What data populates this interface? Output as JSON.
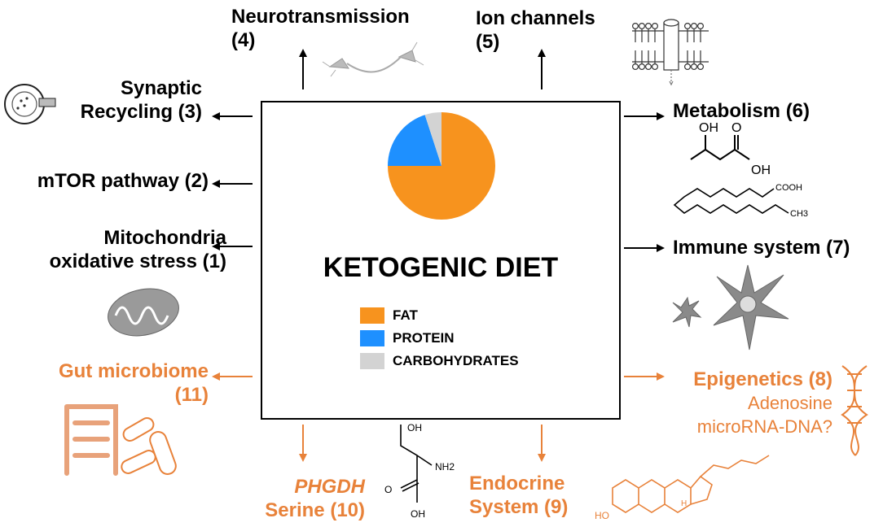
{
  "center": {
    "title": "KETOGENIC DIET",
    "legend": [
      {
        "label": "FAT",
        "color": "#f7931e"
      },
      {
        "label": "PROTEIN",
        "color": "#1e90ff"
      },
      {
        "label": "CARBOHYDRATES",
        "color": "#d3d3d3"
      }
    ]
  },
  "chart_data": {
    "type": "pie",
    "slices": [
      {
        "label": "FAT",
        "value": 75,
        "color": "#f7931e"
      },
      {
        "label": "PROTEIN",
        "value": 20,
        "color": "#1e90ff"
      },
      {
        "label": "CARBOHYDRATES",
        "value": 5,
        "color": "#d3d3d3"
      }
    ]
  },
  "nodes": {
    "neurotransmission": {
      "line1": "Neurotransmission",
      "line2": "(4)"
    },
    "ion_channels": {
      "line1": "Ion channels",
      "line2": "(5)"
    },
    "synaptic": {
      "line1": "Synaptic",
      "line2": "Recycling (3)"
    },
    "mtor": {
      "line1": "mTOR pathway (2)"
    },
    "mitochondria": {
      "line1": "Mitochondria",
      "line2": "oxidative stress (1)"
    },
    "metabolism": {
      "line1": "Metabolism (6)"
    },
    "immune": {
      "line1": "Immune system (7)"
    },
    "gut": {
      "line1": "Gut microbiome",
      "line2": "(11)"
    },
    "epigenetics": {
      "line1": "Epigenetics (8)",
      "line2": "Adenosine",
      "line3": "microRNA-DNA?"
    },
    "phgdh": {
      "line1": "PHGDH",
      "line2": "Serine (10)"
    },
    "endocrine": {
      "line1": "Endocrine",
      "line2": "System (9)"
    }
  },
  "molecules": {
    "bhb": {
      "oh1": "OH",
      "o": "O",
      "oh2": "OH"
    },
    "dha": {
      "cooh": "COOH",
      "ch3": "CH3"
    },
    "serine": {
      "oh": "OH",
      "nh2": "NH2",
      "o": "O",
      "oh2": "OH"
    },
    "steroid": {
      "ho": "HO",
      "h": "H"
    }
  },
  "colors": {
    "orange": "#e8823a",
    "black": "#000000"
  }
}
